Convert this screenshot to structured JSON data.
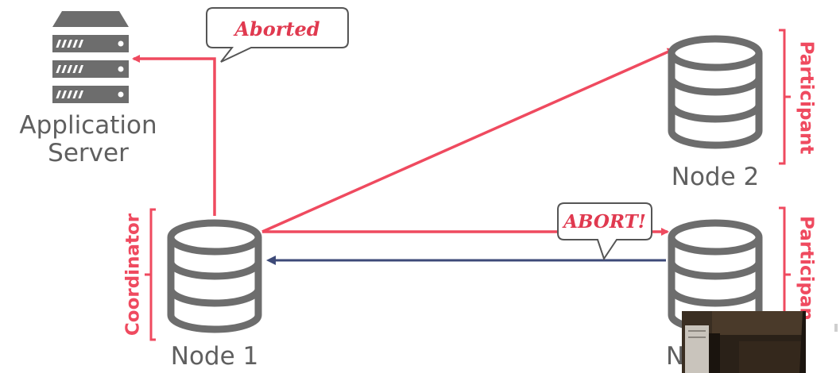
{
  "colors": {
    "accent_red": "#ef4a5f",
    "arrow_navy": "#3d4a78",
    "icon_gray": "#6d6d6d",
    "text_gray": "#5f5f5f"
  },
  "application_server": {
    "label_line1": "Application",
    "label_line2": "Server",
    "icon": "server-rack-icon"
  },
  "nodes": {
    "node1": {
      "label": "Node 1",
      "role": "Coordinator",
      "icon": "database-icon"
    },
    "node2": {
      "label": "Node 2",
      "role": "Participant",
      "icon": "database-icon"
    },
    "node3": {
      "label": "N",
      "role": "Participan",
      "icon": "database-icon"
    }
  },
  "bubbles": {
    "aborted": "Aborted",
    "abort": "ABORT!"
  },
  "video_overlay": {
    "icon": "webcam-feed"
  }
}
